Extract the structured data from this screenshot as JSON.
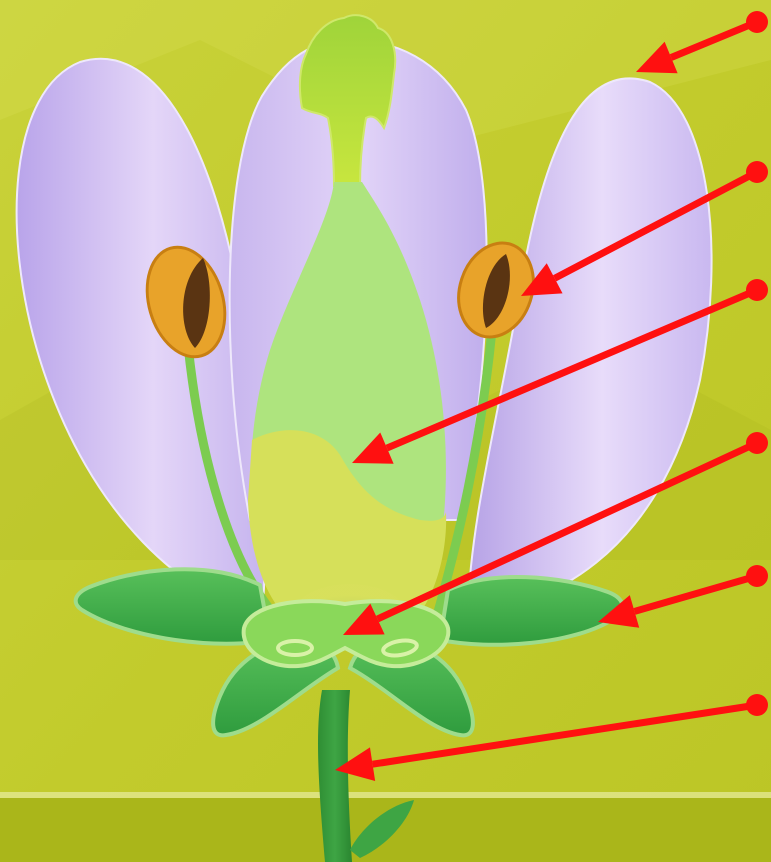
{
  "diagram": {
    "subject": "flower-cross-section",
    "labels": [],
    "pointers": [
      {
        "name": "pointer-petal",
        "target": "petal"
      },
      {
        "name": "pointer-anther",
        "target": "anther"
      },
      {
        "name": "pointer-ovary-wall",
        "target": "ovary"
      },
      {
        "name": "pointer-receptacle",
        "target": "receptacle"
      },
      {
        "name": "pointer-sepal",
        "target": "sepal"
      },
      {
        "name": "pointer-stem",
        "target": "stem"
      }
    ]
  },
  "colors": {
    "background": "#c4cd30",
    "background_dark": "#b3bd1f",
    "footer_band": "#aab61a",
    "petal": "#c8b8ee",
    "petal_light": "#e4d6f8",
    "pistil": "#aee47e",
    "stigma": "#b8e03a",
    "ovary_lower": "#d6e05a",
    "sepal": "#3eae4a",
    "sepal_light": "#7ed07a",
    "stamen_filament": "#7ccc50",
    "anther": "#e8a32a",
    "anther_slit": "#5a3412",
    "arrow": "#ff1010"
  }
}
